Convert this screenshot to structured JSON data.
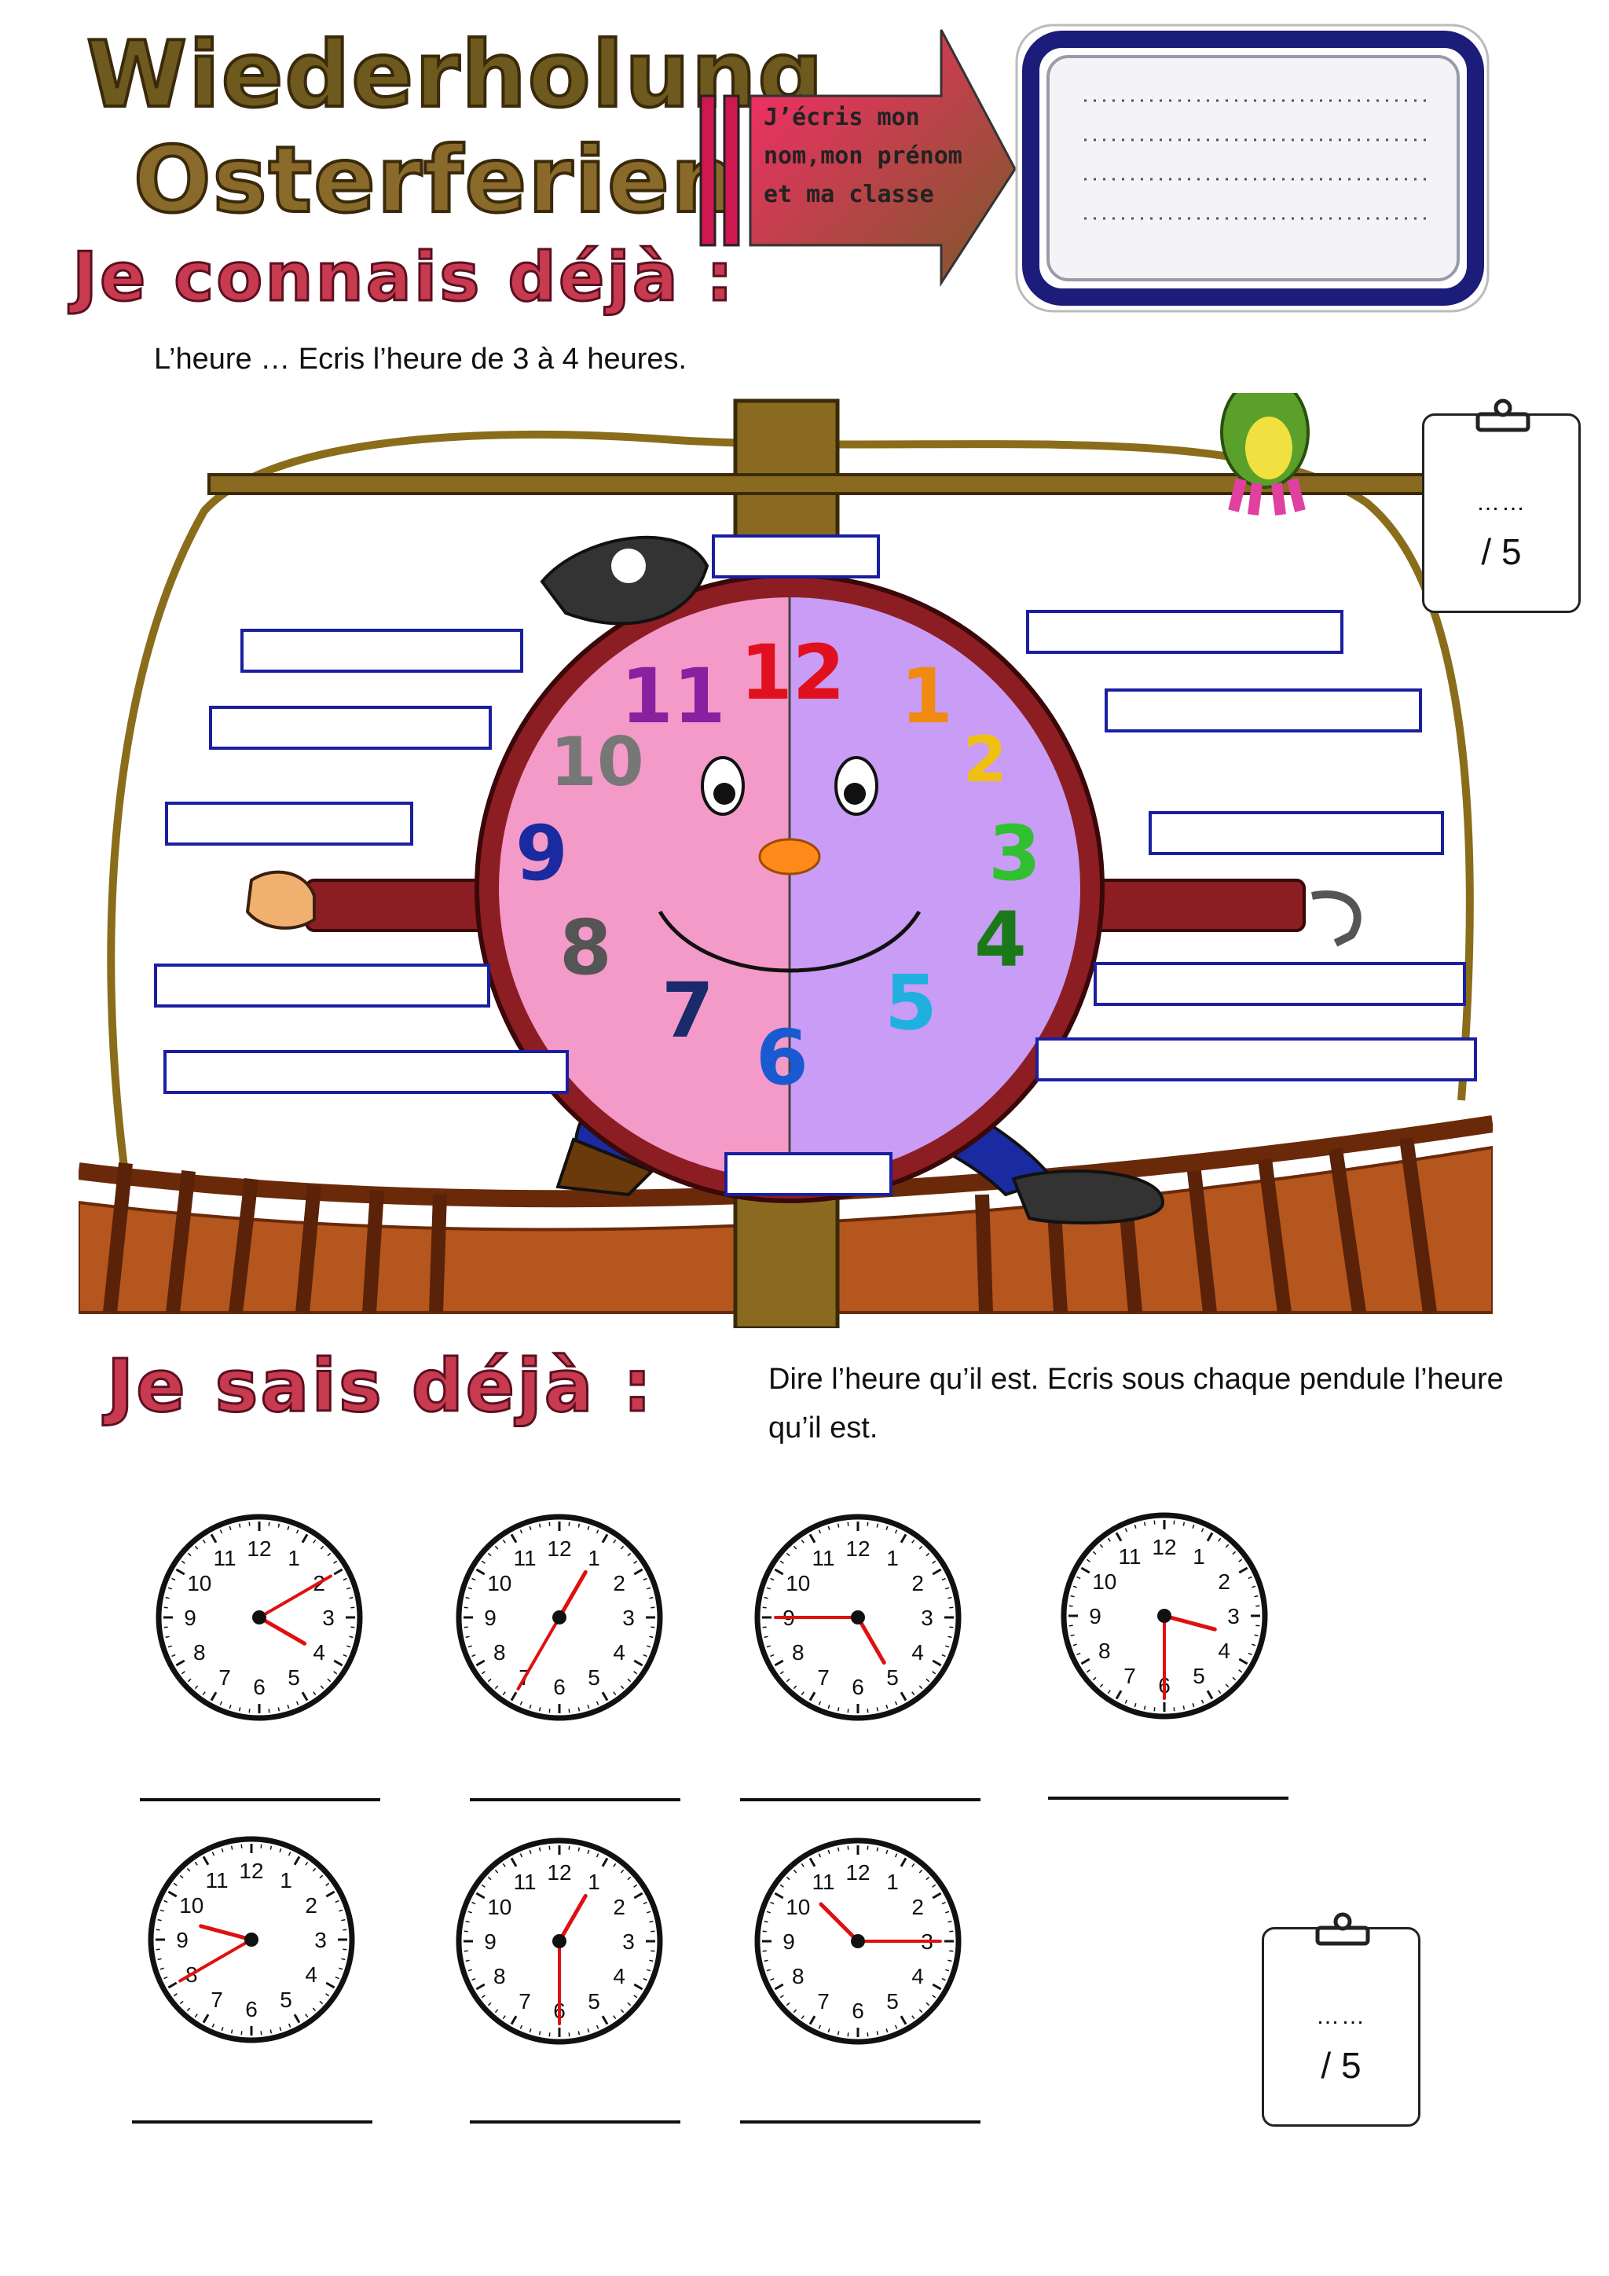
{
  "title": {
    "line1": "Wiederholung",
    "line2": "Osterferien"
  },
  "banner": {
    "text_line1": "J’écris mon",
    "text_line2": "nom,mon prénom",
    "text_line3": "et ma classe"
  },
  "section1": {
    "heading": "Je connais déjà :",
    "instruction": "L’heure … Ecris l’heure de 3 à 4 heures.",
    "score": {
      "dots": "……",
      "value": "/ 5"
    },
    "clock_numbers": [
      "12",
      "1",
      "2",
      "3",
      "4",
      "5",
      "6",
      "7",
      "8",
      "9",
      "10",
      "11"
    ]
  },
  "section2": {
    "heading": "Je sais déjà :",
    "instruction_line1": "Dire l’heure qu’il est. Ecris sous chaque pendule l’heure",
    "instruction_line2": "qu’il est.",
    "score": {
      "dots": "……",
      "value": "/ 5"
    },
    "clock_face_numbers": [
      "12",
      "1",
      "2",
      "3",
      "4",
      "5",
      "6",
      "7",
      "8",
      "9",
      "10",
      "11"
    ],
    "clocks": [
      {
        "hour_hand_deg": 120,
        "minute_hand_deg": 60
      },
      {
        "hour_hand_deg": 30,
        "minute_hand_deg": 210
      },
      {
        "hour_hand_deg": 150,
        "minute_hand_deg": 270
      },
      {
        "hour_hand_deg": 105,
        "minute_hand_deg": 180
      },
      {
        "hour_hand_deg": 285,
        "minute_hand_deg": 240
      },
      {
        "hour_hand_deg": 30,
        "minute_hand_deg": 180
      },
      {
        "hour_hand_deg": 315,
        "minute_hand_deg": 90
      }
    ]
  },
  "colors": {
    "title_brown": "#6e5a1e",
    "title_green": "#7fae2a",
    "heading_red": "#c73a50",
    "box_border": "#1a1fa0",
    "clock_pink": "#f39ac8",
    "clock_purple": "#c99cf5",
    "clock_rim": "#8c1d22",
    "hand_red": "#e01010"
  }
}
